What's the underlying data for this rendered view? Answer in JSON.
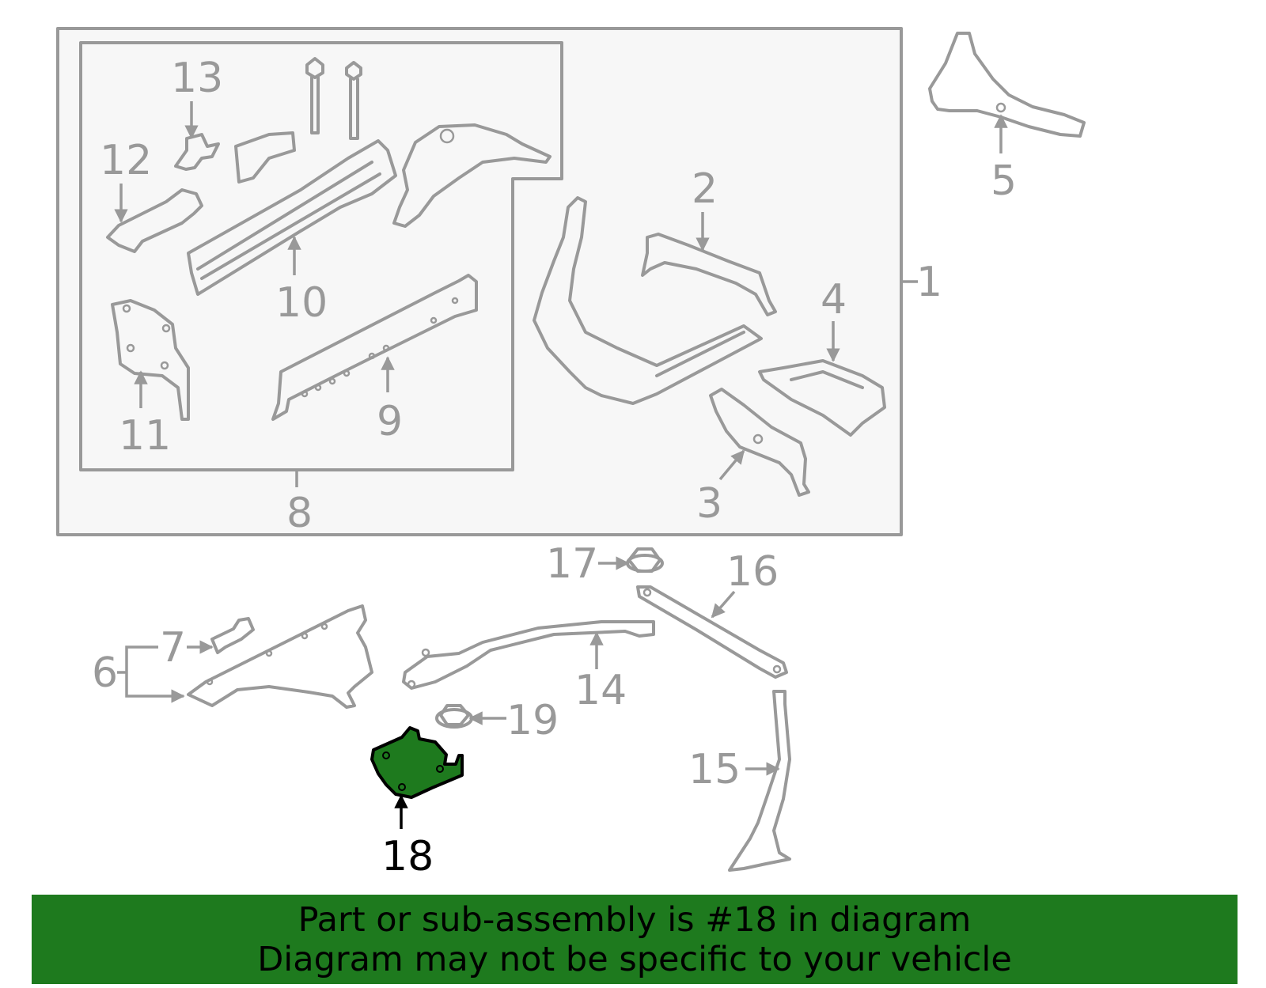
{
  "colors": {
    "line": "#999999",
    "highlight_fill": "#1e7a1e",
    "banner_background": "#1e7a1e",
    "text_dark": "#000000",
    "box_fill": "#f7f7f7"
  },
  "callouts": {
    "c1": "1",
    "c2": "2",
    "c3": "3",
    "c4": "4",
    "c5": "5",
    "c6": "6",
    "c7": "7",
    "c8": "8",
    "c9": "9",
    "c10": "10",
    "c11": "11",
    "c12": "12",
    "c13": "13",
    "c14": "14",
    "c15": "15",
    "c16": "16",
    "c17": "17",
    "c18": "18",
    "c19": "19"
  },
  "highlighted_part": "18",
  "banner": {
    "line1": "Part or sub-assembly is #18 in diagram",
    "line2": "Diagram may not be specific to your vehicle"
  }
}
